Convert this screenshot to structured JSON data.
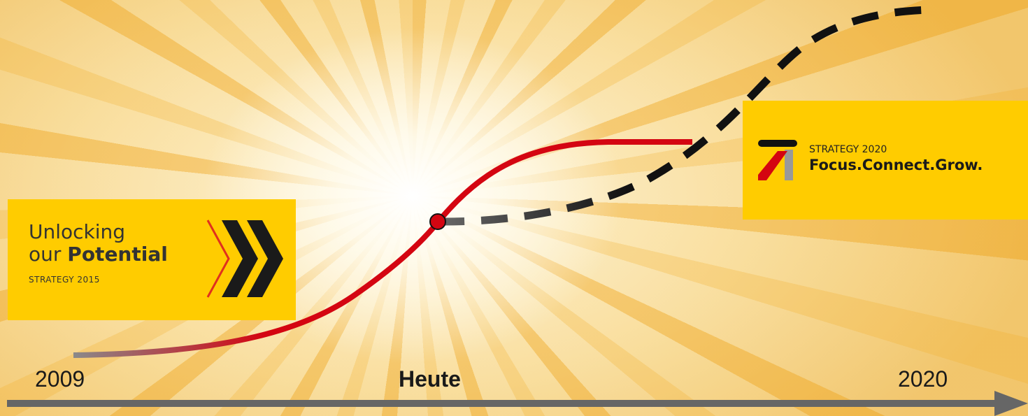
{
  "timeline": {
    "start_label": "2009",
    "today_label": "Heute",
    "end_label": "2020"
  },
  "strategy_2015": {
    "line1": "Unlocking",
    "line2_prefix": "our ",
    "line2_strong": "Potential",
    "subtitle": "STRATEGY 2015"
  },
  "strategy_2020": {
    "small_label": "STRATEGY 2020",
    "tagline": "Focus.Connect.Grow."
  },
  "colors": {
    "brand_yellow": "#ffcc00",
    "curve_red": "#d40511",
    "arrow_gray": "#666666",
    "dash_black": "#111111"
  }
}
